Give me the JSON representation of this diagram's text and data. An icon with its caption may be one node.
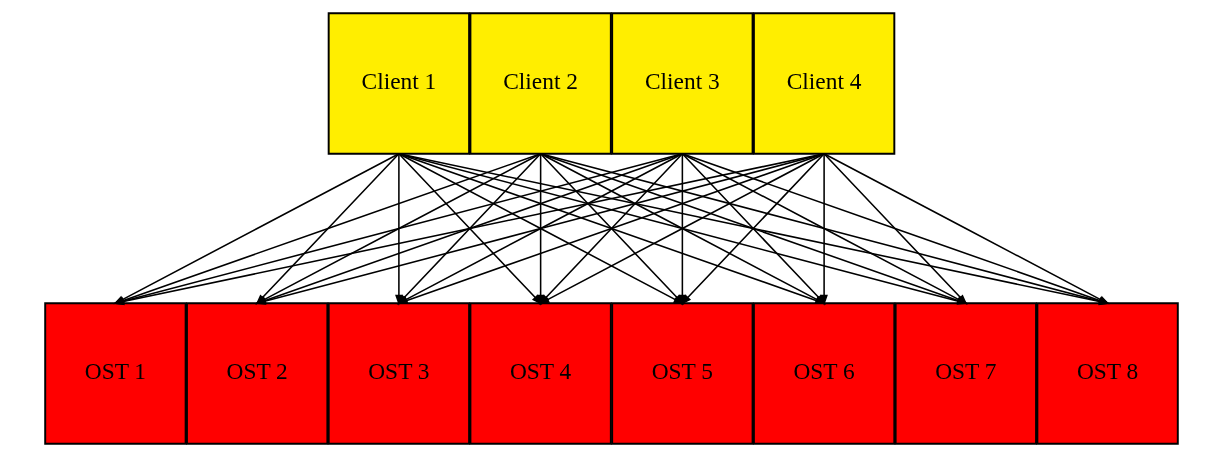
{
  "diagram": {
    "nodes": [
      {
        "text": [
          "Client 1"
        ]
      },
      {
        "text": [
          "Client 2"
        ]
      },
      {
        "text": [
          "Client 3"
        ]
      },
      {
        "text": [
          "Client 4"
        ]
      },
      {
        "text": [
          "OST 1"
        ]
      },
      {
        "text": [
          "OST 2"
        ]
      },
      {
        "text": [
          "OST 3"
        ]
      },
      {
        "text": [
          "OST 4"
        ]
      },
      {
        "text": [
          "OST 5"
        ]
      },
      {
        "text": [
          "OST 6"
        ]
      },
      {
        "text": [
          "OST 7"
        ]
      },
      {
        "text": [
          "OST 8"
        ]
      }
    ],
    "edges": [
      {
        "from": 0,
        "to": 4,
        "arrow": "to"
      },
      {
        "from": 0,
        "to": 5,
        "arrow": "to"
      },
      {
        "from": 0,
        "to": 6,
        "arrow": "to"
      },
      {
        "from": 0,
        "to": 7,
        "arrow": "to"
      },
      {
        "from": 0,
        "to": 8,
        "arrow": "to"
      },
      {
        "from": 0,
        "to": 9,
        "arrow": "to"
      },
      {
        "from": 0,
        "to": 10,
        "arrow": "to"
      },
      {
        "from": 0,
        "to": 11,
        "arrow": "to"
      },
      {
        "from": 1,
        "to": 4,
        "arrow": "to"
      },
      {
        "from": 1,
        "to": 5,
        "arrow": "to"
      },
      {
        "from": 1,
        "to": 6,
        "arrow": "to"
      },
      {
        "from": 1,
        "to": 7,
        "arrow": "to"
      },
      {
        "from": 1,
        "to": 8,
        "arrow": "to"
      },
      {
        "from": 1,
        "to": 9,
        "arrow": "to"
      },
      {
        "from": 1,
        "to": 10,
        "arrow": "to"
      },
      {
        "from": 1,
        "to": 11,
        "arrow": "to"
      },
      {
        "from": 2,
        "to": 4,
        "arrow": "to"
      },
      {
        "from": 2,
        "to": 5,
        "arrow": "to"
      },
      {
        "from": 2,
        "to": 6,
        "arrow": "to"
      },
      {
        "from": 2,
        "to": 7,
        "arrow": "to"
      },
      {
        "from": 2,
        "to": 8,
        "arrow": "to"
      },
      {
        "from": 2,
        "to": 9,
        "arrow": "to"
      },
      {
        "from": 2,
        "to": 10,
        "arrow": "to"
      },
      {
        "from": 2,
        "to": 11,
        "arrow": "to"
      },
      {
        "from": 3,
        "to": 4,
        "arrow": "to"
      },
      {
        "from": 3,
        "to": 5,
        "arrow": "to"
      },
      {
        "from": 3,
        "to": 6,
        "arrow": "to"
      },
      {
        "from": 3,
        "to": 7,
        "arrow": "to"
      },
      {
        "from": 3,
        "to": 8,
        "arrow": "to"
      },
      {
        "from": 3,
        "to": 9,
        "arrow": "to"
      },
      {
        "from": 3,
        "to": 10,
        "arrow": "to"
      },
      {
        "from": 3,
        "to": 11,
        "arrow": "to"
      }
    ]
  }
}
